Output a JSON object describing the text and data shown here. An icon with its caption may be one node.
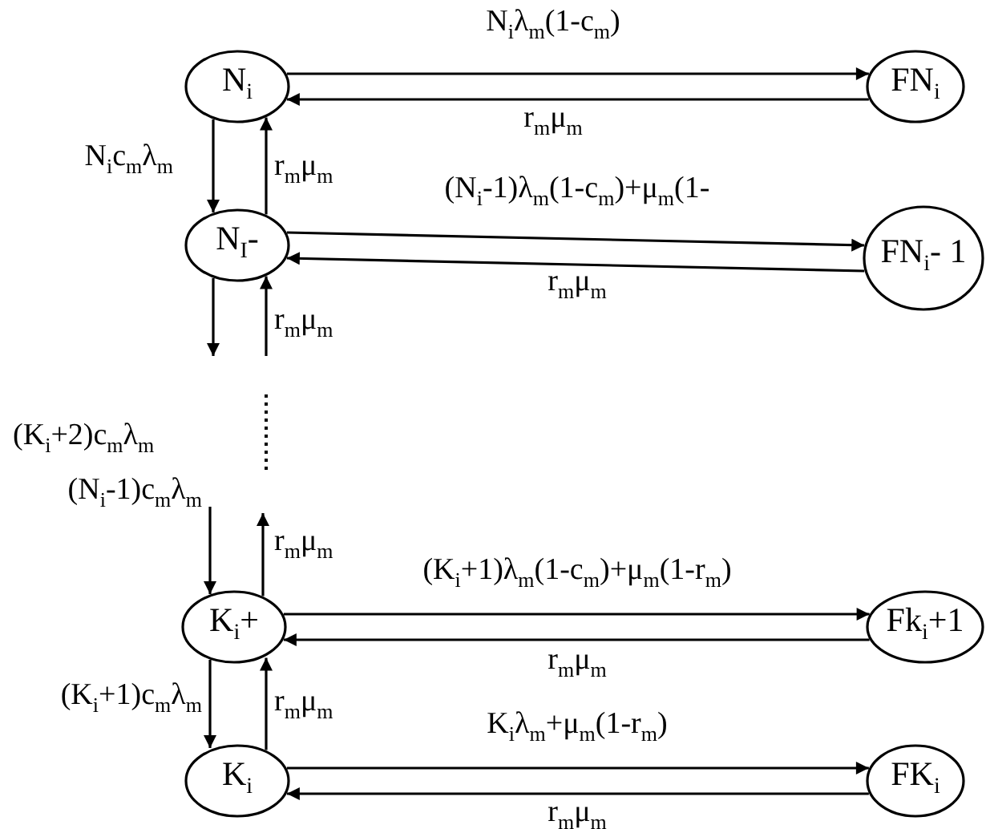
{
  "diagram": {
    "nodes": [
      {
        "text": [
          "N$_{i}$"
        ]
      },
      {
        "text": [
          "FN$_{i}$"
        ]
      },
      {
        "text": [
          "N$_{I}$-"
        ]
      },
      {
        "text": [
          "FN$_{i}$- 1"
        ]
      },
      {
        "text": [
          "K$_{i}$+"
        ]
      },
      {
        "text": [
          "Fk$_{i}$+1"
        ]
      },
      {
        "text": [
          "K$_{i}$"
        ]
      },
      {
        "text": [
          "FK$_{i}$"
        ]
      }
    ],
    "edges": [
      {
        "from": 0,
        "to": 1,
        "arrow": "to",
        "label": "N$_{i}$λ$_{m}$(1-c$_{m}$)"
      },
      {
        "from": 1,
        "to": 0,
        "arrow": "to",
        "label": "r$_{m}$μ$_{m}$"
      },
      {
        "from": 0,
        "to": 2,
        "arrow": "to",
        "label": "N$_{i}$c$_{m}$λ$_{m}$"
      },
      {
        "from": 2,
        "to": 0,
        "arrow": "to",
        "label": "r$_{m}$μ$_{m}$"
      },
      {
        "from": 2,
        "to": 3,
        "arrow": "to",
        "label": "(N$_{i}$-1)λ$_{m}$(1-c$_{m}$)+μ$_{m}$(1-"
      },
      {
        "from": 3,
        "to": 2,
        "arrow": "to",
        "label": "r$_{m}$μ$_{m}$"
      },
      {
        "from": 2,
        "to": null,
        "arrow": "to"
      },
      {
        "from": null,
        "to": 2,
        "arrow": "to",
        "label": "r$_{m}$μ$_{m}$"
      },
      {
        "from": null,
        "to": 4,
        "arrow": "to",
        "label": "(N$_{i}$-1)c$_{m}$λ$_{m}$"
      },
      {
        "from": 4,
        "to": null,
        "arrow": "to",
        "label": "r$_{m}$μ$_{m}$"
      },
      {
        "from": 4,
        "to": 5,
        "arrow": "to",
        "label": "(K$_{i}$+1)λ$_{m}$(1-c$_{m}$)+μ$_{m}$(1-r$_{m}$)"
      },
      {
        "from": 5,
        "to": 4,
        "arrow": "to",
        "label": "r$_{m}$μ$_{m}$"
      },
      {
        "from": 4,
        "to": 6,
        "arrow": "to",
        "label": "(K$_{i}$+1)c$_{m}$λ$_{m}$"
      },
      {
        "from": 6,
        "to": 4,
        "arrow": "to",
        "label": "r$_{m}$μ$_{m}$"
      },
      {
        "from": 6,
        "to": 7,
        "arrow": "to",
        "label": "K$_{i}$λ$_{m}$+μ$_{m}$(1-r$_{m}$)"
      },
      {
        "from": 7,
        "to": 6,
        "arrow": "to",
        "label": "r$_{m}$μ$_{m}$"
      }
    ],
    "labels": [
      "(K$_{i}$+2)c$_{m}$λ$_{m}$"
    ]
  }
}
